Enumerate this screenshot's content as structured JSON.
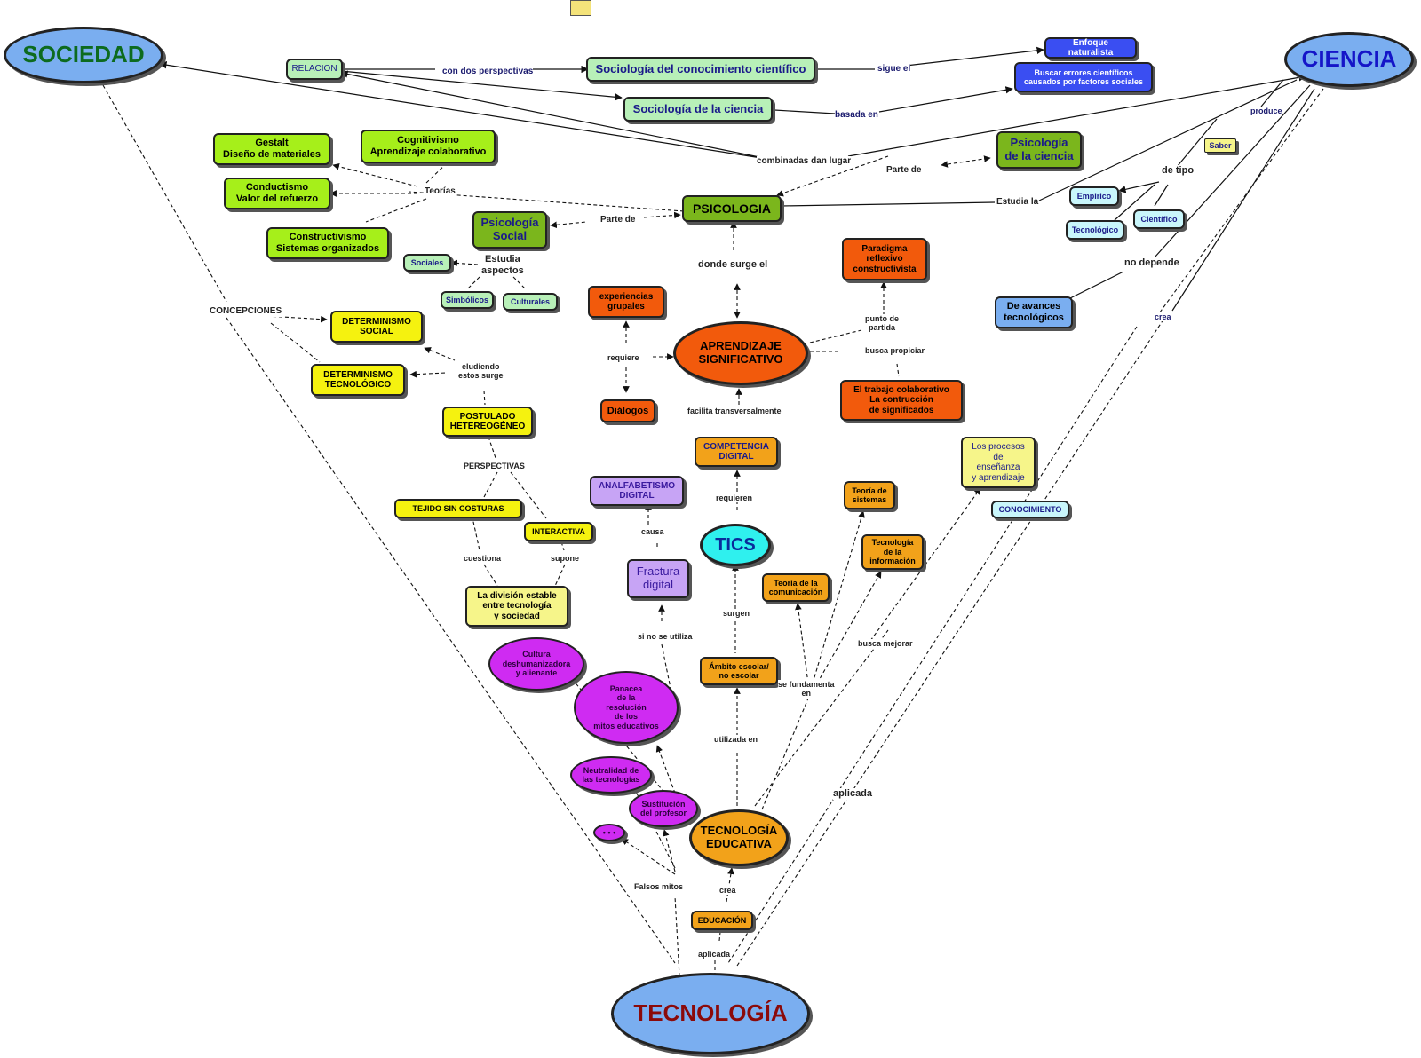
{
  "corners": {
    "sociedad": "SOCIEDAD",
    "ciencia": "CIENCIA",
    "tecnologia": "TECNOLOGÍA"
  },
  "nodes": {
    "relacion": "RELACION",
    "socio_conocimiento": "Sociología del conocimiento científico",
    "socio_ciencia": "Sociología de la ciencia",
    "enfoque_naturalista": "Enfoque naturalista",
    "buscar_errores": "Buscar errores científicos\ncausados por factores sociales",
    "gestalt": "Gestalt\nDiseño de materiales",
    "cognitivismo": "Cognitivismo\nAprendizaje colaborativo",
    "conductismo": "Conductismo\nValor del refuerzo",
    "constructivismo": "Constructivismo\nSistemas organizados",
    "psicologia_ciencia": "Psicología\nde la ciencia",
    "psicologia": "PSICOLOGIA",
    "psicologia_social": "Psicología\nSocial",
    "sociales": "Sociales",
    "simbolicos": "Simbólicos",
    "culturales": "Culturales",
    "saber": "Saber",
    "empirico": "Empírico",
    "tecnologico": "Tecnológico",
    "cientifico": "Científico",
    "avances": "De avances\ntecnológicos",
    "paradigma": "Paradigma\nreflexivo\nconstructivista",
    "experiencias": "experiencias\ngrupales",
    "aprendizaje": "APRENDIZAJE\nSIGNIFICATIVO",
    "dialogos": "Diálogos",
    "trabajo_colaborativo": "El trabajo colaborativo\nLa contrucción\nde significados",
    "det_social": "DETERMINISMO\nSOCIAL",
    "det_tecnologico": "DETERMINISMO\nTECNOLÓGICO",
    "postulado": "POSTULADO\nHETEREOGÉNEO",
    "tejido": "TEJIDO SIN COSTURAS",
    "interactiva": "INTERACTIVA",
    "division": "La división estable\nentre tecnología\ny sociedad",
    "competencia": "COMPETENCIA\nDIGITAL",
    "analfabetismo": "ANALFABETISMO\nDIGITAL",
    "tics": "TICS",
    "fractura": "Fractura\ndigital",
    "teoria_sistemas": "Teoría de\nsistemas",
    "procesos": "Los procesos\nde\nenseñanza\ny aprendizaje",
    "conocimiento": "CONOCIMIENTO",
    "tecnologia_info": "Tecnología\nde la\ninformación",
    "teoria_comunicacion": "Teoría de la\ncomunicación",
    "ambito": "Ámbito escolar/\nno escolar",
    "cultura": "Cultura\ndeshumanizadora\ny alienante",
    "panacea": "Panacea\nde la\nresolución\nde los\nmitos educativos",
    "neutralidad": "Neutralidad de\nlas tecnologías",
    "sustitucion": "Sustitución\ndel profesor",
    "dots": "• • •",
    "tec_educativa": "TECNOLOGÍA\nEDUCATIVA",
    "educacion": "EDUCACIÓN"
  },
  "links": {
    "con_dos": "con dos perspectivas",
    "sigue_el": "sigue el",
    "basada_en": "basada en",
    "combinadas": "combinadas dan lugar",
    "parte_de_1": "Parte de",
    "teorias": "Teorías",
    "estudia_la": "Estudia la",
    "produce": "produce",
    "de_tipo": "de tipo",
    "parte_de_2": "Parte de",
    "estudia_aspectos": "Estudia\naspectos",
    "donde_surge": "donde surge el",
    "no_depende": "no depende",
    "crea_1": "crea",
    "concepciones": "CONCEPCIONES",
    "punto_partida": "punto de\npartida",
    "busca_propiciar": "busca propiciar",
    "requiere": "requiere",
    "eludiendo": "eludiendo\nestos surge",
    "facilita": "facilita transversalmente",
    "perspectivas": "PERSPECTIVAS",
    "requieren": "requieren",
    "causa": "causa",
    "cuestiona": "cuestiona",
    "supone": "supone",
    "si_no": "si no se utiliza",
    "surgen": "surgen",
    "busca_mejorar": "busca mejorar",
    "se_fundamenta": "se fundamenta\nen",
    "utilizada_en": "utilizada en",
    "aplicada_1": "aplicada",
    "falsos_mitos": "Falsos mitos",
    "crea_2": "crea",
    "aplicada_2": "aplicada"
  },
  "colors": {
    "corner_fill": "#7aaef0",
    "lime": "#a6ef1a",
    "yellow": "#f5f20f",
    "orange": "#f25a0c",
    "amber": "#f2a21a",
    "magenta": "#cf2bf2",
    "cyan": "#2ff0ee"
  }
}
